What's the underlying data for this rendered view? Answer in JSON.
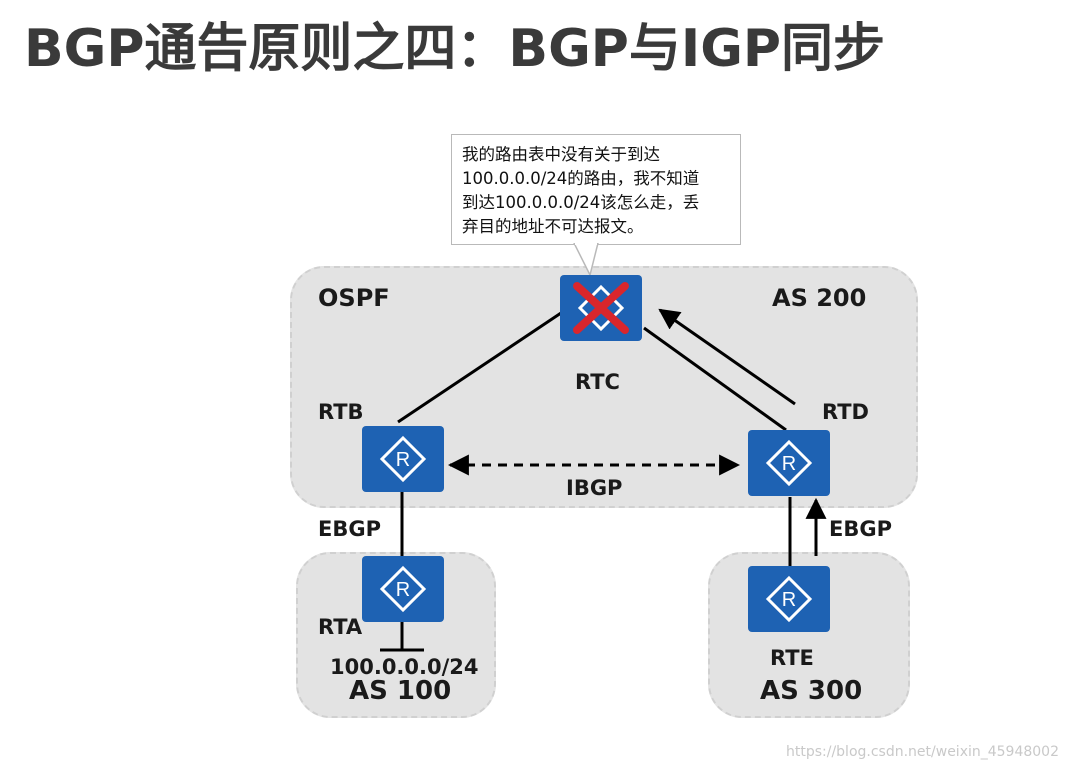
{
  "title": "BGP通告原则之四：BGP与IGP同步",
  "callout": {
    "lines": [
      "我的路由表中没有关于到达",
      "100.0.0.0/24的路由，我不知道",
      "到达100.0.0.0/24该怎么走，丢",
      "弃目的地址不可达报文。"
    ]
  },
  "zones": {
    "as200": {
      "left_label": "OSPF",
      "right_label": "AS 200"
    },
    "as100": {
      "label": "AS 100"
    },
    "as300": {
      "label": "AS 300"
    }
  },
  "routers": {
    "rta": "RTA",
    "rtb": "RTB",
    "rtc": "RTC",
    "rtd": "RTD",
    "rte": "RTE"
  },
  "links": {
    "ibgp": "IBGP",
    "ebgp_left": "EBGP",
    "ebgp_right": "EBGP"
  },
  "network": "100.0.0.0/24",
  "watermark": "https://blog.csdn.net/weixin_45948002",
  "colors": {
    "router_blue": "#1e62b3",
    "zone_gray": "#e3e3e3",
    "drop_cross": "#d9262c"
  }
}
